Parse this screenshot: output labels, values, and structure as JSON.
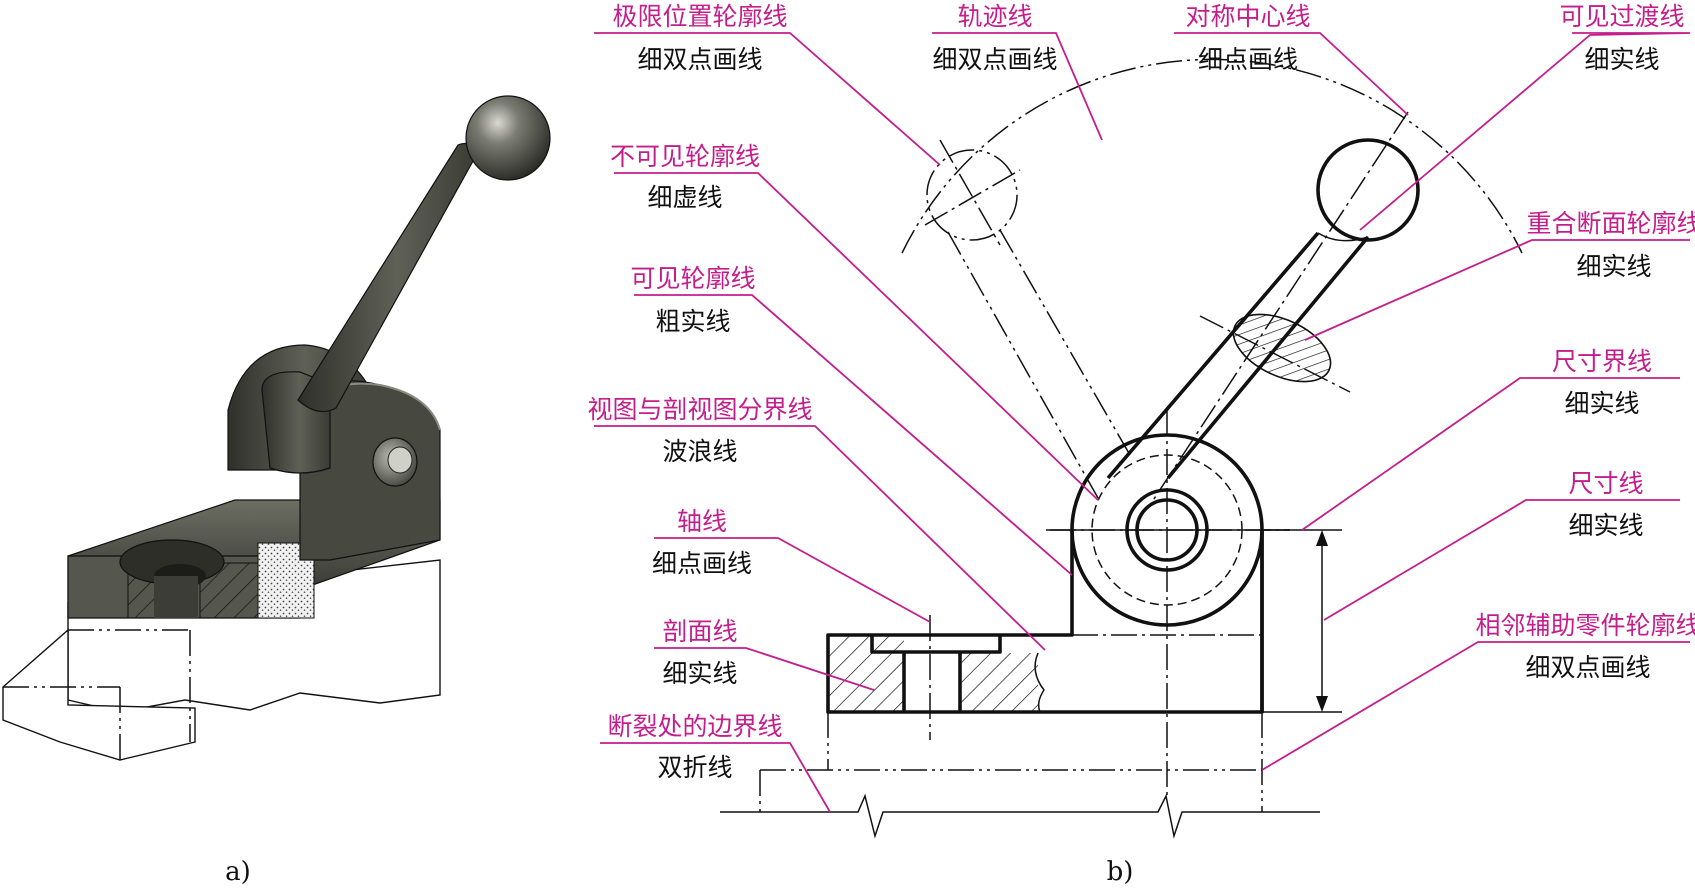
{
  "captions": {
    "a": "a)",
    "b": "b)"
  },
  "labels": [
    {
      "id": "limit-position",
      "term": "极限位置轮廓线",
      "line": "细双点画线"
    },
    {
      "id": "trajectory",
      "term": "轨迹线",
      "line": "细双点画线"
    },
    {
      "id": "symmetry-center",
      "term": "对称中心线",
      "line": "细点画线"
    },
    {
      "id": "visible-transition",
      "term": "可见过渡线",
      "line": "细实线"
    },
    {
      "id": "hidden-outline",
      "term": "不可见轮廓线",
      "line": "细虚线"
    },
    {
      "id": "revolved-section",
      "term": "重合断面轮廓线",
      "line": "细实线"
    },
    {
      "id": "visible-outline",
      "term": "可见轮廓线",
      "line": "粗实线"
    },
    {
      "id": "extension-line",
      "term": "尺寸界线",
      "line": "细实线"
    },
    {
      "id": "view-section-boundary",
      "term": "视图与剖视图分界线",
      "line": "波浪线"
    },
    {
      "id": "dimension-line",
      "term": "尺寸线",
      "line": "细实线"
    },
    {
      "id": "axis-line",
      "term": "轴线",
      "line": "细点画线"
    },
    {
      "id": "adjacent-part",
      "term": "相邻辅助零件轮廓线",
      "line": "细双点画线"
    },
    {
      "id": "section-hatch",
      "term": "剖面线",
      "line": "细实线"
    },
    {
      "id": "break-boundary",
      "term": "断裂处的边界线",
      "line": "双折线"
    }
  ]
}
